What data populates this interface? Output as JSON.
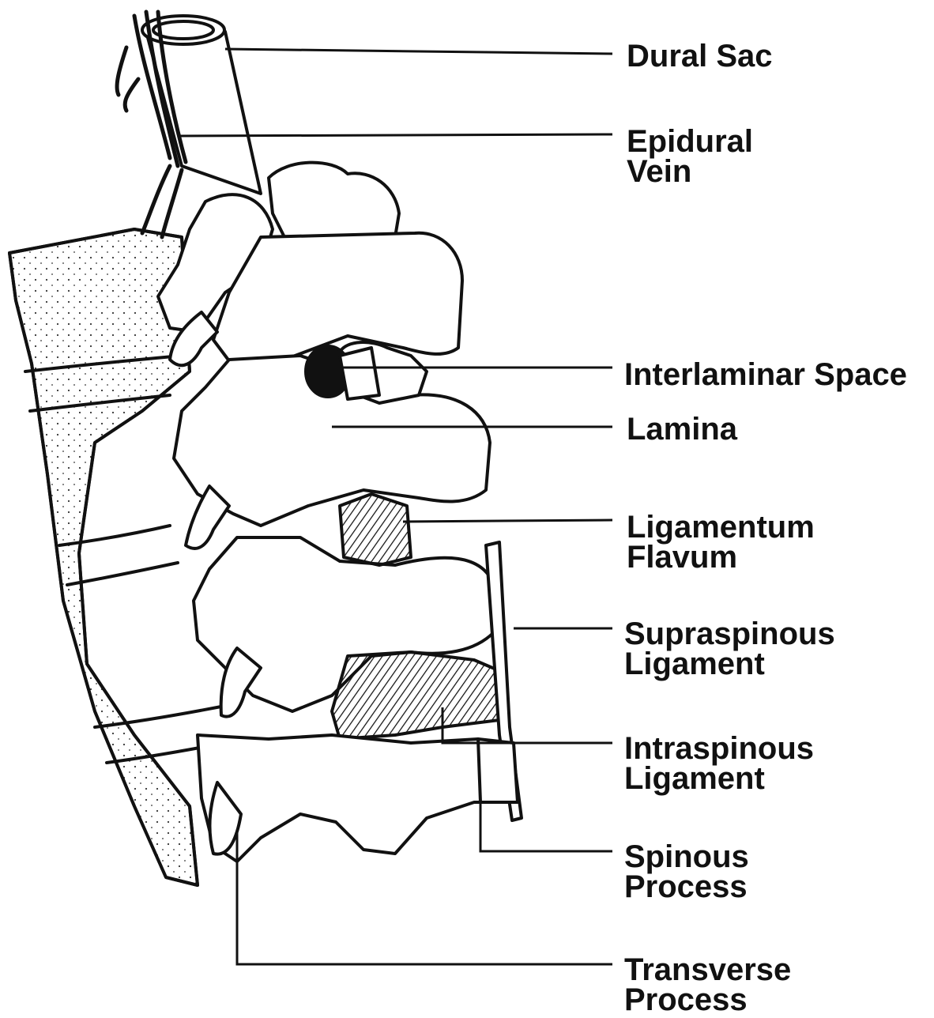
{
  "diagram": {
    "labels": {
      "dural_sac": "Dural Sac",
      "epidural_vein": "Epidural\nVein",
      "interlaminar_space": "Interlaminar Space",
      "lamina": "Lamina",
      "ligamentum_flavum": "Ligamentum\nFlavum",
      "supraspinous_ligament": "Supraspinous\nLigament",
      "intraspinous_ligament": "Intraspinous\nLigament",
      "spinous_process": "Spinous\nProcess",
      "transverse_process": "Transverse\nProcess"
    },
    "colors": {
      "ink": "#111111",
      "fill": "#ffffff",
      "shade": "#555555"
    }
  }
}
